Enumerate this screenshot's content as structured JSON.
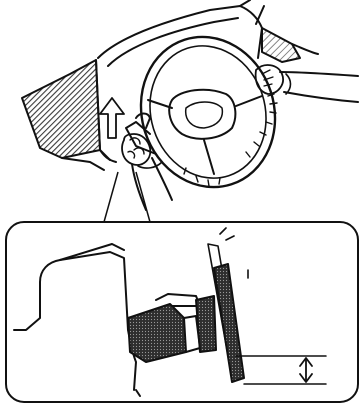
{
  "figure": {
    "type": "technical-illustration",
    "main_view": "steering-wheel-tilt-lever-operation",
    "detail_view": "steering-column-tilt-height-adjustment",
    "colors": {
      "ink": "#111111",
      "paper": "#ffffff",
      "hatch": "#4a4a4a"
    }
  }
}
